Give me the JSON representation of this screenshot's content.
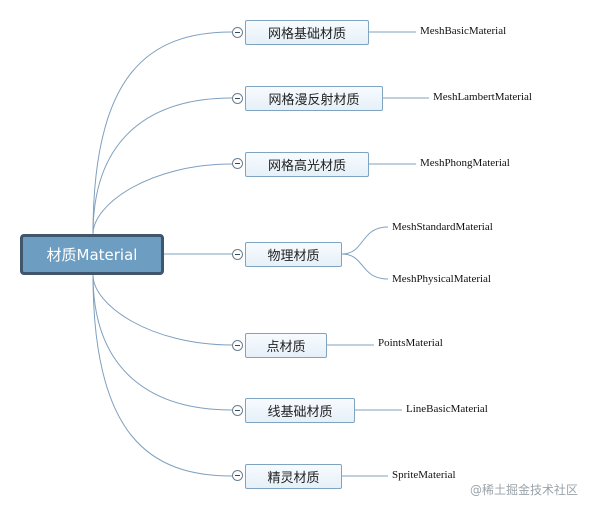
{
  "root": {
    "label": "材质Material"
  },
  "branches": [
    {
      "label": "网格基础材质",
      "children": [
        "MeshBasicMaterial"
      ]
    },
    {
      "label": "网格漫反射材质",
      "children": [
        "MeshLambertMaterial"
      ]
    },
    {
      "label": "网格高光材质",
      "children": [
        "MeshPhongMaterial"
      ]
    },
    {
      "label": "物理材质",
      "children": [
        "MeshStandardMaterial",
        "MeshPhysicalMaterial"
      ]
    },
    {
      "label": "点材质",
      "children": [
        "PointsMaterial"
      ]
    },
    {
      "label": "线基础材质",
      "children": [
        "LineBasicMaterial"
      ]
    },
    {
      "label": "精灵材质",
      "children": [
        "SpriteMaterial"
      ]
    }
  ],
  "watermark": "@稀土掘金技术社区",
  "colors": {
    "root_fill": "#6d9ec1",
    "root_border": "#3f566c",
    "line": "#7fa0bf"
  }
}
